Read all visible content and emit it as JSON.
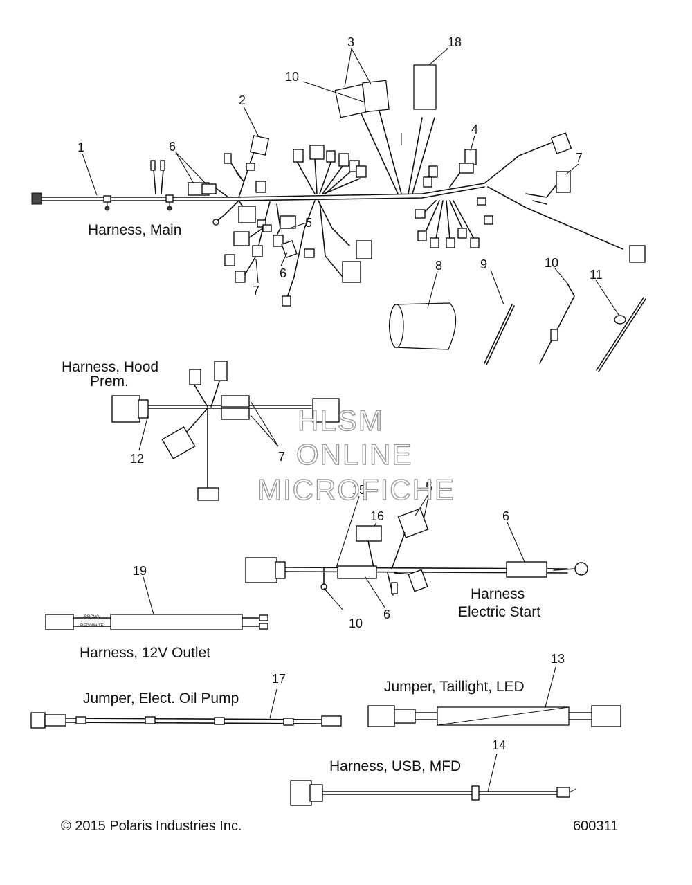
{
  "diagram": {
    "captions": {
      "harness_main": "Harness, Main",
      "harness_hood_line1": "Harness, Hood",
      "harness_hood_line2": "Prem.",
      "harness_electric_line1": "Harness",
      "harness_electric_line2": "Electric Start",
      "harness_12v": "Harness, 12V Outlet",
      "jumper_oil_pump": "Jumper, Elect. Oil Pump",
      "jumper_taillight": "Jumper, Taillight, LED",
      "harness_usb": "Harness, USB, MFD"
    },
    "callouts": {
      "main_1": "1",
      "main_2": "2",
      "main_3": "3",
      "main_4": "4",
      "main_5": "5",
      "main_6_top": "6",
      "main_6_low": "6",
      "main_7_left": "7",
      "main_7_right": "7",
      "main_10": "10",
      "main_18": "18",
      "part_8": "8",
      "part_9": "9",
      "part_10": "10",
      "part_11": "11",
      "hood_12": "12",
      "hood_7": "7",
      "es_15": "15",
      "es_16": "16",
      "es_5": "5",
      "es_6_right": "6",
      "es_6_low": "6",
      "es_10": "10",
      "outlet_19": "19",
      "oil_17": "17",
      "tail_13": "13",
      "usb_14": "14"
    },
    "wire_labels": {
      "brown": "BROWN",
      "red_white": "RED/WHITE"
    },
    "watermark": {
      "line1": "HLSM",
      "line2": "ONLINE",
      "line3": "MICROFICHE"
    },
    "footer": {
      "copyright": "© 2015 Polaris Industries Inc.",
      "figure_number": "600311"
    }
  }
}
